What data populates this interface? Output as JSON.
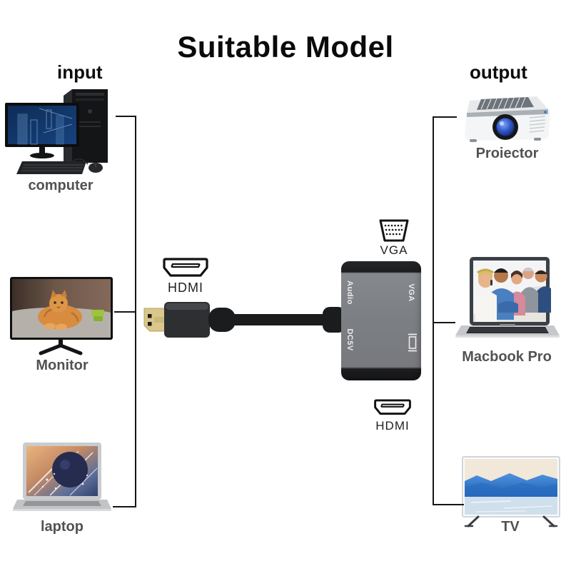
{
  "title": "Suitable Model",
  "input": {
    "label": "input",
    "items": [
      {
        "label": "computer"
      },
      {
        "label": "Monitor"
      },
      {
        "label": "laptop"
      }
    ]
  },
  "output": {
    "label": "output",
    "items": [
      {
        "label": "Proiector"
      },
      {
        "label": "Macbook Pro"
      },
      {
        "label": "TV"
      }
    ]
  },
  "adapter": {
    "hdmi_in_label": "HDMI",
    "vga_out_label": "VGA",
    "hdmi_out_label": "HDMI",
    "body": {
      "audio": "Audio",
      "vga": "VGA",
      "power": "DC5V"
    }
  },
  "colors": {
    "line": "#151515",
    "device_label_gray": "#525252",
    "adapter_gray": "#7c7f83",
    "gold_tip": "#d9c78b",
    "lens_blue": "#2f55c8"
  }
}
